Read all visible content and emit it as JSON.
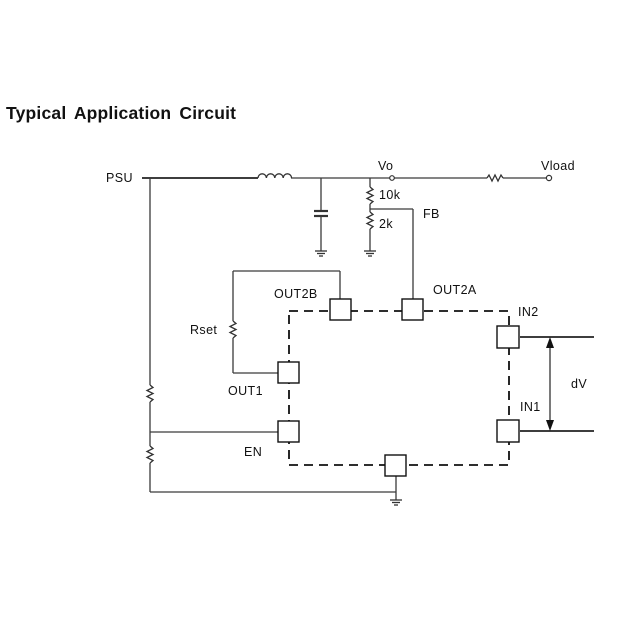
{
  "title": "Typical Application Circuit",
  "labels": {
    "psu": "PSU",
    "vo": "Vo",
    "vload": "Vload",
    "r_top": "10k",
    "r_bottom": "2k",
    "fb": "FB",
    "out2b": "OUT2B",
    "out2a": "OUT2A",
    "rset": "Rset",
    "in2": "IN2",
    "out1": "OUT1",
    "dv": "dV",
    "in1": "IN1",
    "en": "EN"
  }
}
